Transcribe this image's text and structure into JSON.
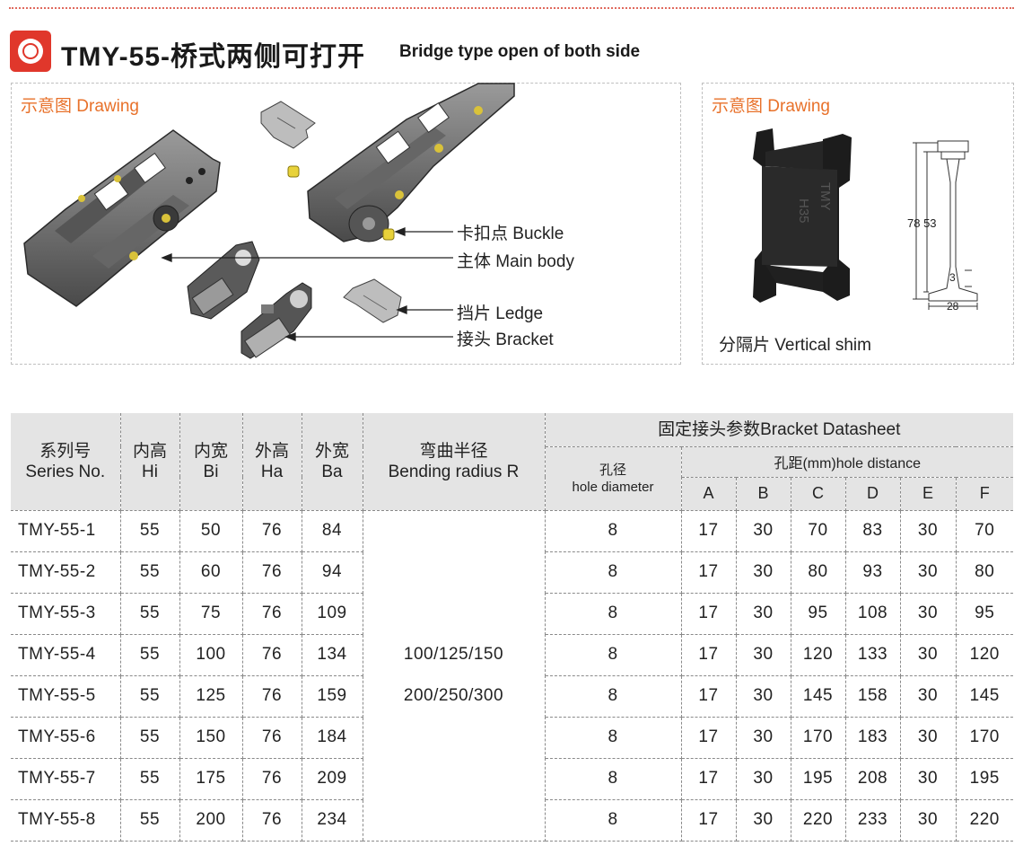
{
  "header": {
    "title": "TMY-55-桥式两侧可打开",
    "subtitle": "Bridge type open of both side",
    "accent_color": "#e0372b",
    "logo_icon": "cog-ring-icon"
  },
  "drawing_panel": {
    "label": "示意图 Drawing",
    "callouts": {
      "buckle": "卡扣点 Buckle",
      "main_body": "主体 Main body",
      "ledge": "挡片 Ledge",
      "bracket": "接头 Bracket"
    }
  },
  "shim_panel": {
    "label": "示意图 Drawing",
    "caption": "分隔片 Vertical shim",
    "shim_marking_1": "TMY",
    "shim_marking_2": "H35",
    "dims": {
      "height": "78 53",
      "small": "3",
      "width": "28"
    }
  },
  "label_color": "#e8712a",
  "table": {
    "headers": {
      "series_cn": "系列号",
      "series_en": "Series No.",
      "hi_cn": "内高",
      "hi_en": "Hi",
      "bi_cn": "内宽",
      "bi_en": "Bi",
      "ha_cn": "外高",
      "ha_en": "Ha",
      "ba_cn": "外宽",
      "ba_en": "Ba",
      "bend_cn": "弯曲半径",
      "bend_en": "Bending radius R",
      "bracket_group": "固定接头参数Bracket Datasheet",
      "hole_cn": "孔径",
      "hole_en": "hole diameter",
      "hole_distance": "孔距(mm)hole distance",
      "a": "A",
      "b": "B",
      "c": "C",
      "d": "D",
      "e": "E",
      "f": "F"
    },
    "bending_radius": {
      "line1": "100/125/150",
      "line2": "200/250/300"
    },
    "rows": [
      {
        "series": "TMY-55-1",
        "hi": "55",
        "bi": "50",
        "ha": "76",
        "ba": "84",
        "hole": "8",
        "a": "17",
        "b": "30",
        "c": "70",
        "d": "83",
        "e": "30",
        "f": "70"
      },
      {
        "series": "TMY-55-2",
        "hi": "55",
        "bi": "60",
        "ha": "76",
        "ba": "94",
        "hole": "8",
        "a": "17",
        "b": "30",
        "c": "80",
        "d": "93",
        "e": "30",
        "f": "80"
      },
      {
        "series": "TMY-55-3",
        "hi": "55",
        "bi": "75",
        "ha": "76",
        "ba": "109",
        "hole": "8",
        "a": "17",
        "b": "30",
        "c": "95",
        "d": "108",
        "e": "30",
        "f": "95"
      },
      {
        "series": "TMY-55-4",
        "hi": "55",
        "bi": "100",
        "ha": "76",
        "ba": "134",
        "hole": "8",
        "a": "17",
        "b": "30",
        "c": "120",
        "d": "133",
        "e": "30",
        "f": "120"
      },
      {
        "series": "TMY-55-5",
        "hi": "55",
        "bi": "125",
        "ha": "76",
        "ba": "159",
        "hole": "8",
        "a": "17",
        "b": "30",
        "c": "145",
        "d": "158",
        "e": "30",
        "f": "145"
      },
      {
        "series": "TMY-55-6",
        "hi": "55",
        "bi": "150",
        "ha": "76",
        "ba": "184",
        "hole": "8",
        "a": "17",
        "b": "30",
        "c": "170",
        "d": "183",
        "e": "30",
        "f": "170"
      },
      {
        "series": "TMY-55-7",
        "hi": "55",
        "bi": "175",
        "ha": "76",
        "ba": "209",
        "hole": "8",
        "a": "17",
        "b": "30",
        "c": "195",
        "d": "208",
        "e": "30",
        "f": "195"
      },
      {
        "series": "TMY-55-8",
        "hi": "55",
        "bi": "200",
        "ha": "76",
        "ba": "234",
        "hole": "8",
        "a": "17",
        "b": "30",
        "c": "220",
        "d": "233",
        "e": "30",
        "f": "220"
      }
    ]
  }
}
